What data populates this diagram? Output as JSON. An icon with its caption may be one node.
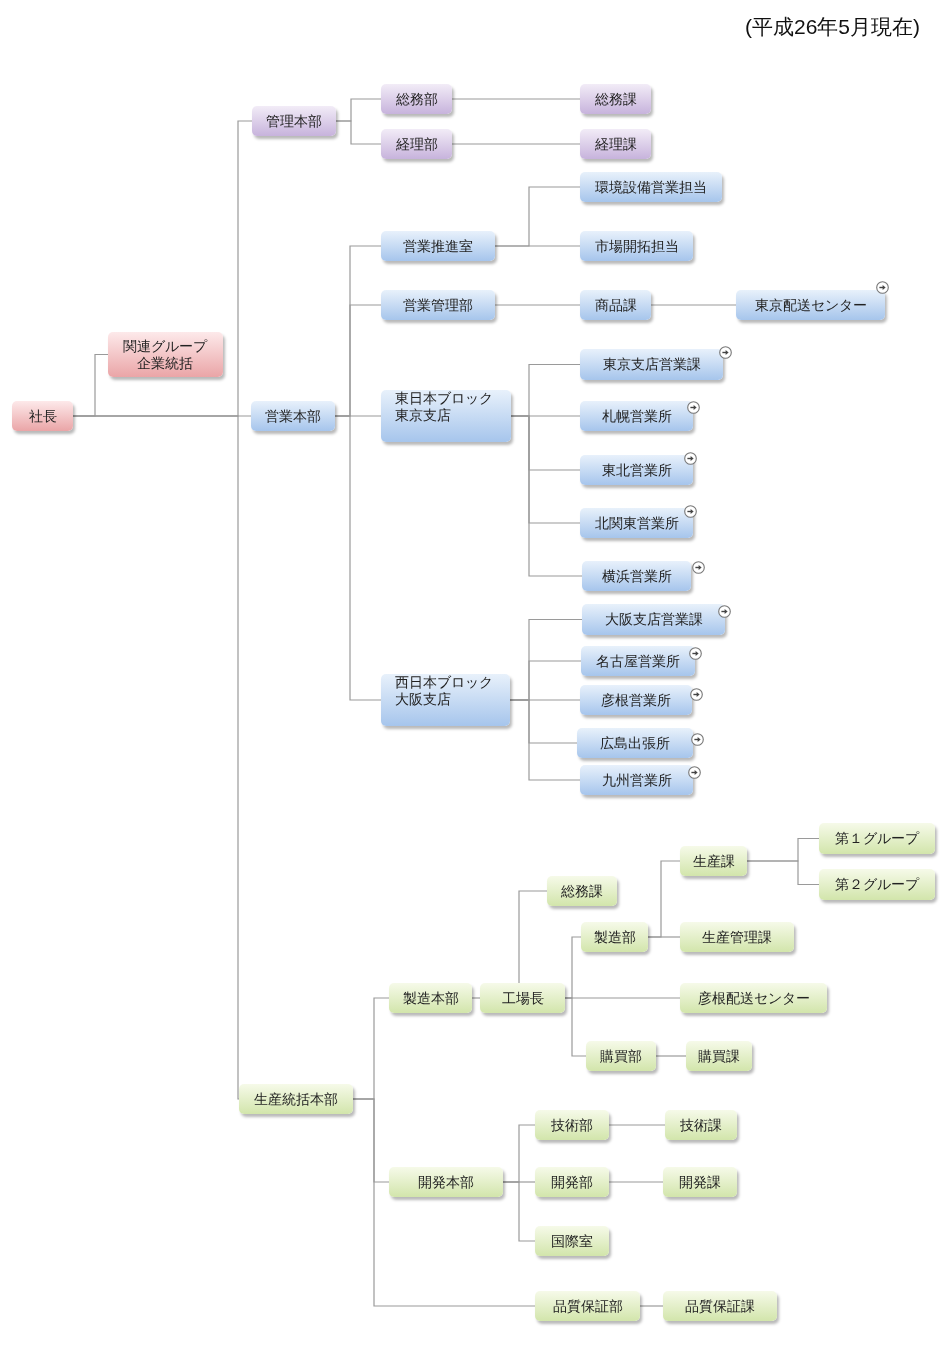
{
  "diagram": {
    "nodes": [
      {
        "text": [
          "社長"
        ]
      },
      {
        "text": [
          "関連グループ企業統括"
        ]
      },
      {
        "text": [
          "管理本部"
        ]
      },
      {
        "text": [
          "総務部"
        ]
      },
      {
        "text": [
          "総務課"
        ]
      },
      {
        "text": [
          "経理部"
        ]
      },
      {
        "text": [
          "経理課"
        ]
      },
      {
        "text": [
          "営業本部"
        ]
      },
      {
        "text": [
          "営業推進室"
        ]
      },
      {
        "text": [
          "環境設備営業担当"
        ]
      },
      {
        "text": [
          "市場開拓担当"
        ]
      },
      {
        "text": [
          "営業管理部"
        ]
      },
      {
        "text": [
          "商品課"
        ]
      },
      {
        "text": [
          "東京配送センター"
        ]
      },
      {
        "text": [
          "東日本ブロック東京支店"
        ]
      },
      {
        "text": [
          "東京支店営業課"
        ]
      },
      {
        "text": [
          "札幌営業所"
        ]
      },
      {
        "text": [
          "東北営業所"
        ]
      },
      {
        "text": [
          "北関東営業所"
        ]
      },
      {
        "text": [
          "横浜営業所"
        ]
      },
      {
        "text": [
          "西日本ブロック大阪支店"
        ]
      },
      {
        "text": [
          "大阪支店営業課"
        ]
      },
      {
        "text": [
          "名古屋営業所"
        ]
      },
      {
        "text": [
          "彦根営業所"
        ]
      },
      {
        "text": [
          "広島出張所"
        ]
      },
      {
        "text": [
          "九州営業所"
        ]
      },
      {
        "text": [
          "生産統括本部"
        ]
      },
      {
        "text": [
          "製造本部"
        ]
      },
      {
        "text": [
          "工場長"
        ]
      },
      {
        "text": [
          "総務課"
        ]
      },
      {
        "text": [
          "製造部"
        ]
      },
      {
        "text": [
          "生産課"
        ]
      },
      {
        "text": [
          "第１グループ"
        ]
      },
      {
        "text": [
          "第２グループ"
        ]
      },
      {
        "text": [
          "生産管理課"
        ]
      },
      {
        "text": [
          "彦根配送センター"
        ]
      },
      {
        "text": [
          "購買部"
        ]
      },
      {
        "text": [
          "購買課"
        ]
      },
      {
        "text": [
          "開発本部"
        ]
      },
      {
        "text": [
          "技術部"
        ]
      },
      {
        "text": [
          "技術課"
        ]
      },
      {
        "text": [
          "開発部"
        ]
      },
      {
        "text": [
          "開発課"
        ]
      },
      {
        "text": [
          "国際室"
        ]
      },
      {
        "text": [
          "品質保証部"
        ]
      },
      {
        "text": [
          "品質保証課"
        ]
      }
    ],
    "edges": [
      {
        "from": 0,
        "to": 1,
        "arrow": "none"
      },
      {
        "from": 0,
        "to": 2,
        "arrow": "none"
      },
      {
        "from": 0,
        "to": 7,
        "arrow": "none"
      },
      {
        "from": 0,
        "to": 26,
        "arrow": "none"
      },
      {
        "from": 2,
        "to": 3,
        "arrow": "none"
      },
      {
        "from": 2,
        "to": 5,
        "arrow": "none"
      },
      {
        "from": 3,
        "to": 4,
        "arrow": "none"
      },
      {
        "from": 5,
        "to": 6,
        "arrow": "none"
      },
      {
        "from": 7,
        "to": 8,
        "arrow": "none"
      },
      {
        "from": 7,
        "to": 11,
        "arrow": "none"
      },
      {
        "from": 7,
        "to": 14,
        "arrow": "none"
      },
      {
        "from": 7,
        "to": 20,
        "arrow": "none"
      },
      {
        "from": 8,
        "to": 9,
        "arrow": "none"
      },
      {
        "from": 8,
        "to": 10,
        "arrow": "none"
      },
      {
        "from": 11,
        "to": 12,
        "arrow": "none"
      },
      {
        "from": 12,
        "to": 13,
        "arrow": "none"
      },
      {
        "from": 14,
        "to": 15,
        "arrow": "none"
      },
      {
        "from": 14,
        "to": 16,
        "arrow": "none"
      },
      {
        "from": 14,
        "to": 17,
        "arrow": "none"
      },
      {
        "from": 14,
        "to": 18,
        "arrow": "none"
      },
      {
        "from": 14,
        "to": 19,
        "arrow": "none"
      },
      {
        "from": 20,
        "to": 21,
        "arrow": "none"
      },
      {
        "from": 20,
        "to": 22,
        "arrow": "none"
      },
      {
        "from": 20,
        "to": 23,
        "arrow": "none"
      },
      {
        "from": 20,
        "to": 24,
        "arrow": "none"
      },
      {
        "from": 20,
        "to": 25,
        "arrow": "none"
      },
      {
        "from": 26,
        "to": 27,
        "arrow": "none"
      },
      {
        "from": 26,
        "to": 38,
        "arrow": "none"
      },
      {
        "from": 26,
        "to": 44,
        "arrow": "none"
      },
      {
        "from": 27,
        "to": 28,
        "arrow": "none"
      },
      {
        "from": 28,
        "to": 29,
        "arrow": "none"
      },
      {
        "from": 28,
        "to": 30,
        "arrow": "none"
      },
      {
        "from": 28,
        "to": 35,
        "arrow": "none"
      },
      {
        "from": 28,
        "to": 36,
        "arrow": "none"
      },
      {
        "from": 30,
        "to": 31,
        "arrow": "none"
      },
      {
        "from": 30,
        "to": 34,
        "arrow": "none"
      },
      {
        "from": 31,
        "to": 32,
        "arrow": "none"
      },
      {
        "from": 31,
        "to": 33,
        "arrow": "none"
      },
      {
        "from": 36,
        "to": 37,
        "arrow": "none"
      },
      {
        "from": 38,
        "to": 39,
        "arrow": "none"
      },
      {
        "from": 38,
        "to": 41,
        "arrow": "none"
      },
      {
        "from": 38,
        "to": 43,
        "arrow": "none"
      },
      {
        "from": 39,
        "to": 40,
        "arrow": "none"
      },
      {
        "from": 41,
        "to": 42,
        "arrow": "none"
      },
      {
        "from": 44,
        "to": 45,
        "arrow": "none"
      }
    ],
    "labels": [
      "(平成26年5月現在)"
    ]
  }
}
